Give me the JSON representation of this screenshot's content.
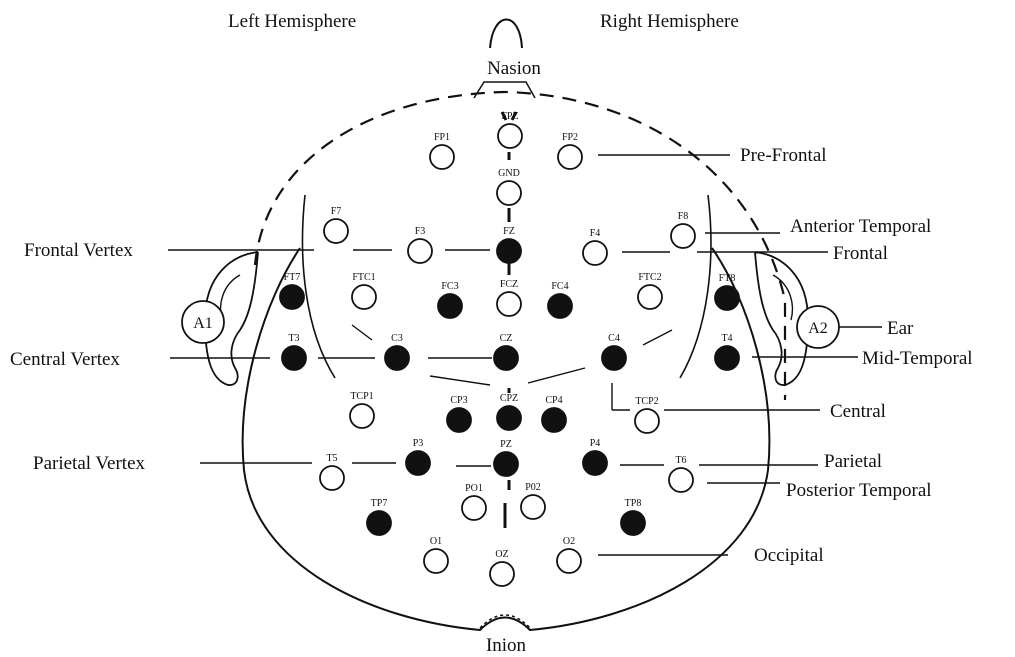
{
  "hemispheres": {
    "left": "Left Hemisphere",
    "right": "Right Hemisphere"
  },
  "landmarks": {
    "nasion": "Nasion",
    "inion": "Inion"
  },
  "ears": {
    "left": "A1",
    "right": "A2"
  },
  "regions": {
    "pre_frontal": "Pre-Frontal",
    "anterior_temporal": "Anterior Temporal",
    "frontal": "Frontal",
    "ear": "Ear",
    "mid_temporal": "Mid-Temporal",
    "central": "Central",
    "parietal": "Parietal",
    "posterior_temporal": "Posterior Temporal",
    "occipital": "Occipital",
    "frontal_vertex": "Frontal Vertex",
    "central_vertex": "Central Vertex",
    "parietal_vertex": "Parietal Vertex"
  },
  "electrodes": [
    {
      "id": "fpz",
      "label": "FPZ",
      "filled": false
    },
    {
      "id": "fp1",
      "label": "FP1",
      "filled": false
    },
    {
      "id": "fp2",
      "label": "FP2",
      "filled": false
    },
    {
      "id": "gnd",
      "label": "GND",
      "filled": false
    },
    {
      "id": "f7",
      "label": "F7",
      "filled": false
    },
    {
      "id": "f3",
      "label": "F3",
      "filled": false
    },
    {
      "id": "fz",
      "label": "FZ",
      "filled": true
    },
    {
      "id": "f4",
      "label": "F4",
      "filled": false
    },
    {
      "id": "f8",
      "label": "F8",
      "filled": false
    },
    {
      "id": "ft7",
      "label": "FT7",
      "filled": true
    },
    {
      "id": "ftc1",
      "label": "FTC1",
      "filled": false
    },
    {
      "id": "fc3",
      "label": "FC3",
      "filled": true
    },
    {
      "id": "fcz",
      "label": "FCZ",
      "filled": false
    },
    {
      "id": "fc4",
      "label": "FC4",
      "filled": true
    },
    {
      "id": "ftc2",
      "label": "FTC2",
      "filled": false
    },
    {
      "id": "ft8",
      "label": "FT8",
      "filled": true
    },
    {
      "id": "t3",
      "label": "T3",
      "filled": true
    },
    {
      "id": "c3",
      "label": "C3",
      "filled": true
    },
    {
      "id": "cz",
      "label": "CZ",
      "filled": true
    },
    {
      "id": "c4",
      "label": "C4",
      "filled": true
    },
    {
      "id": "t4",
      "label": "T4",
      "filled": true
    },
    {
      "id": "tcp1",
      "label": "TCP1",
      "filled": false
    },
    {
      "id": "cp3",
      "label": "CP3",
      "filled": true
    },
    {
      "id": "cpz",
      "label": "CPZ",
      "filled": true
    },
    {
      "id": "cp4",
      "label": "CP4",
      "filled": true
    },
    {
      "id": "tcp2",
      "label": "TCP2",
      "filled": false
    },
    {
      "id": "t5",
      "label": "T5",
      "filled": false
    },
    {
      "id": "p3",
      "label": "P3",
      "filled": true
    },
    {
      "id": "pz",
      "label": "PZ",
      "filled": true
    },
    {
      "id": "p4",
      "label": "P4",
      "filled": true
    },
    {
      "id": "t6",
      "label": "T6",
      "filled": false
    },
    {
      "id": "po1",
      "label": "PO1",
      "filled": false
    },
    {
      "id": "po2",
      "label": "P02",
      "filled": false
    },
    {
      "id": "tp7",
      "label": "TP7",
      "filled": true
    },
    {
      "id": "tp8",
      "label": "TP8",
      "filled": true
    },
    {
      "id": "o1",
      "label": "O1",
      "filled": false
    },
    {
      "id": "oz",
      "label": "OZ",
      "filled": false
    },
    {
      "id": "o2",
      "label": "O2",
      "filled": false
    }
  ]
}
